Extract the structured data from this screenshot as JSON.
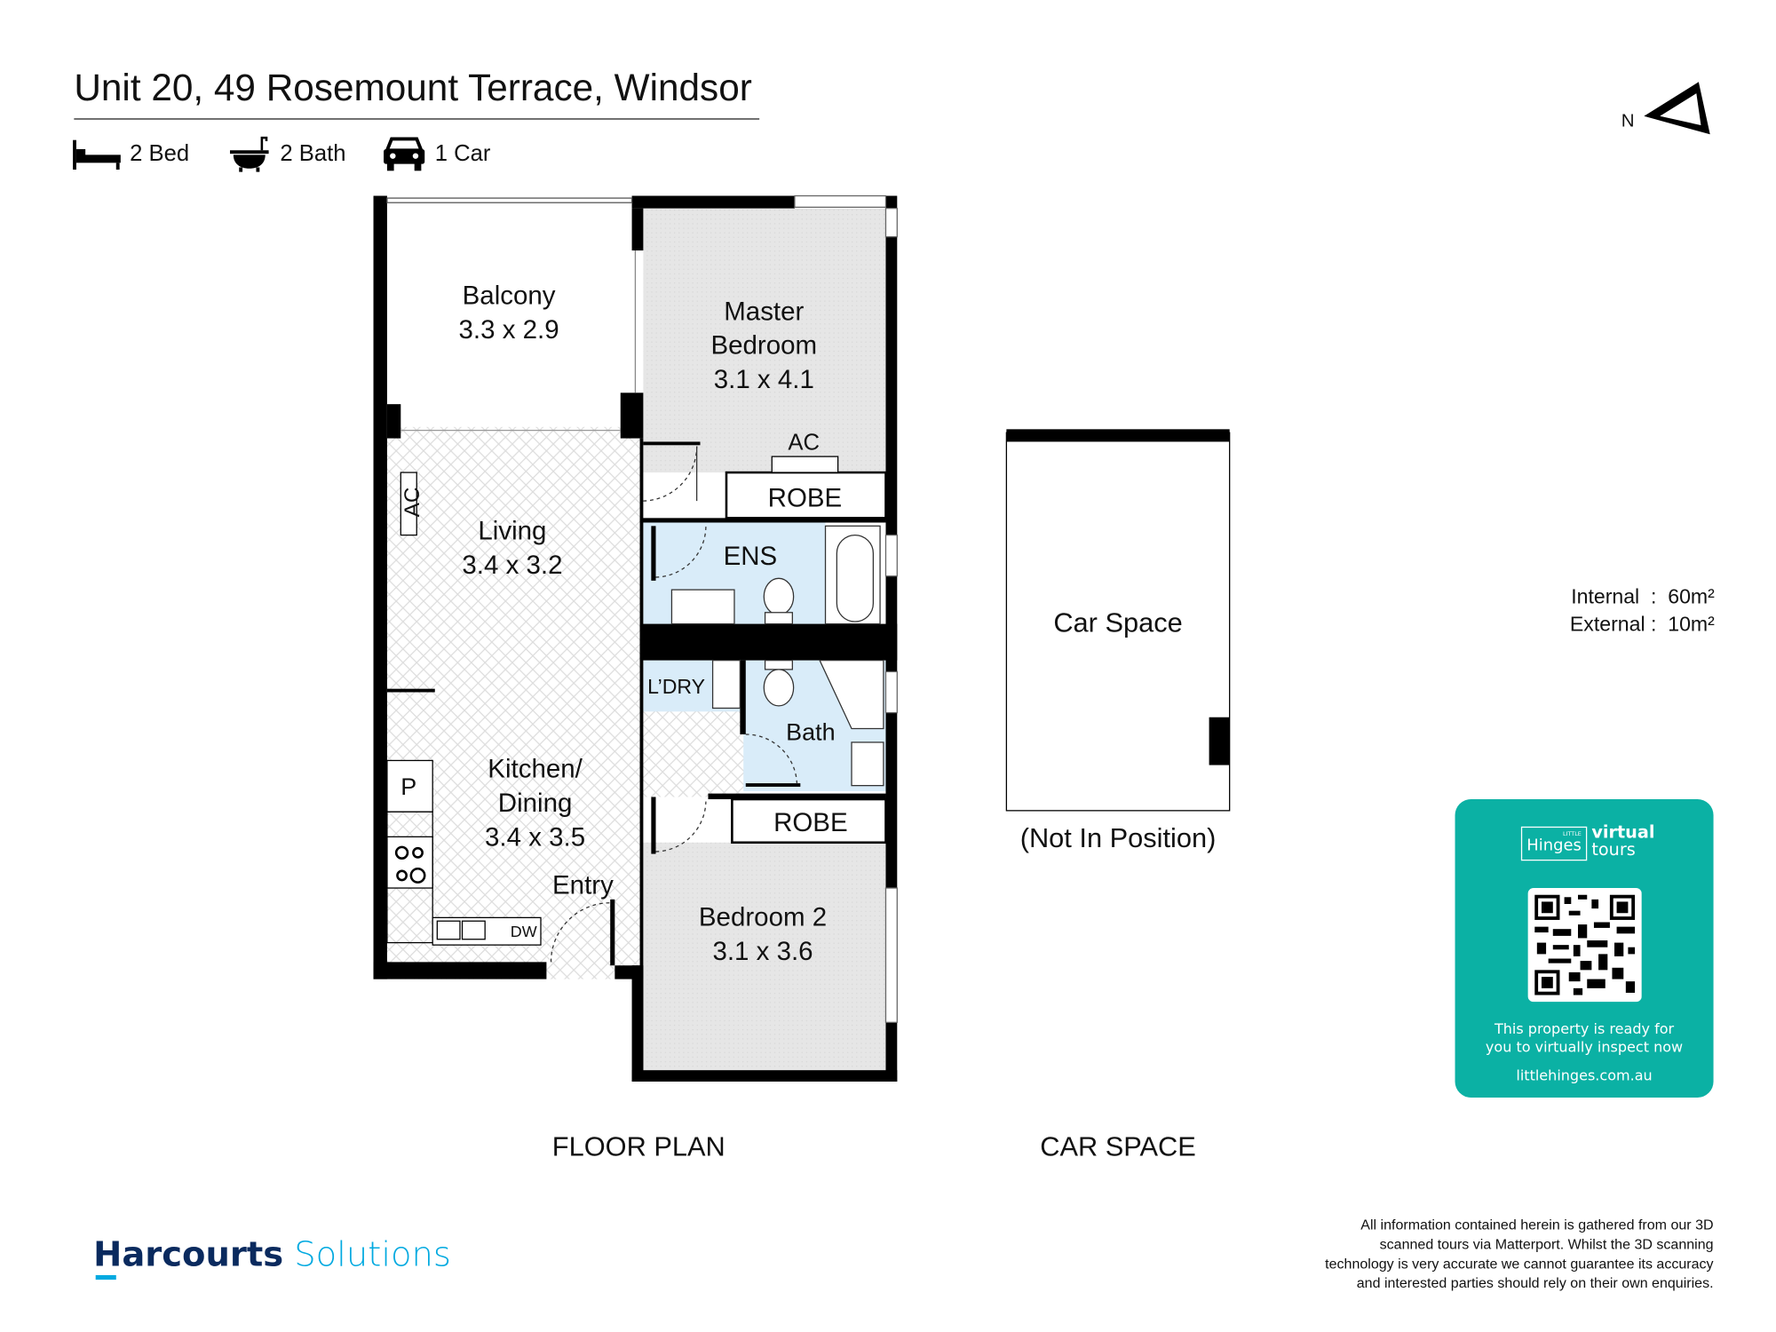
{
  "header": {
    "title": "Unit 20, 49 Rosemount Terrace, Windsor",
    "features": [
      {
        "icon": "bed-icon",
        "label": "2 Bed"
      },
      {
        "icon": "bath-icon",
        "label": "2 Bath"
      },
      {
        "icon": "car-icon",
        "label": "1 Car"
      }
    ],
    "north": "N"
  },
  "floor_plan": {
    "rooms": [
      {
        "name": "Balcony",
        "size": "3.3 x 2.9"
      },
      {
        "name": "Master",
        "name2": "Bedroom",
        "size": "3.1 x 4.1"
      },
      {
        "name": "Living",
        "size": "3.4 x 3.2"
      },
      {
        "name": "Kitchen/",
        "name2": "Dining",
        "size": "3.4 x 3.5"
      },
      {
        "name": "Bedroom 2",
        "size": "3.1 x 3.6"
      }
    ],
    "labels": {
      "ac1": "AC",
      "ac2": "AC",
      "robe1": "ROBE",
      "robe2": "ROBE",
      "ens": "ENS",
      "laundry": "L’DRY",
      "bath": "Bath",
      "pantry": "P",
      "entry": "Entry",
      "dw": "DW"
    },
    "caption": "FLOOR PLAN"
  },
  "car_space": {
    "label": "Car Space",
    "note": "(Not In Position)",
    "caption": "CAR SPACE"
  },
  "areas": {
    "internal_label": "Internal",
    "internal": "60m²",
    "external_label": "External",
    "external": "10m²"
  },
  "promo": {
    "logo_small": "LITTLE",
    "logo": "Hinges",
    "virtual": "virtual",
    "tours": "tours",
    "line1": "This property is ready for",
    "line2": "you to virtually inspect now",
    "url": "littlehinges.com.au",
    "color": "#0bb1a4"
  },
  "disclaimer": [
    "All information contained herein is gathered from our 3D",
    "scanned tours via Matterport. Whilst the 3D scanning",
    "technology is very accurate we cannot guarantee its accuracy",
    "and interested parties should rely on their own enquiries."
  ],
  "brand": {
    "name": "Harcourts",
    "sub": "Solutions",
    "color": "#0a2a5e",
    "accent": "#00a9e0"
  }
}
